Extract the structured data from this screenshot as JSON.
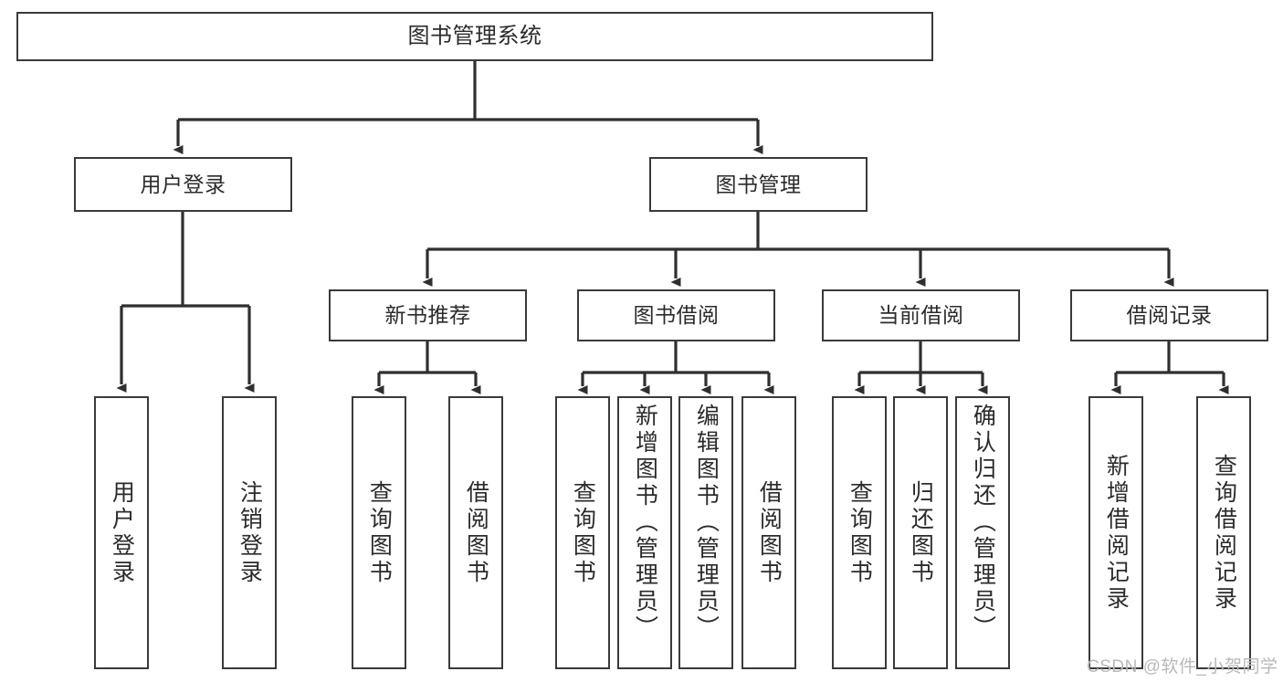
{
  "diagram": {
    "title": "图书管理系统",
    "type": "tree",
    "background": "#ffffff",
    "line_color": "#3a3a3a",
    "box_border_color": "#3a3a3a",
    "text_color": "#2b2b2b"
  },
  "root": {
    "label": "图书管理系统"
  },
  "level2": [
    {
      "label": "用户登录"
    },
    {
      "label": "图书管理"
    }
  ],
  "level3": [
    {
      "label": "新书推荐"
    },
    {
      "label": "图书借阅"
    },
    {
      "label": "当前借阅"
    },
    {
      "label": "借阅记录"
    }
  ],
  "leaves": {
    "user_login": [
      {
        "label": "用户登录"
      },
      {
        "label": "注销登录"
      }
    ],
    "new_book_recommend": [
      {
        "label": "查询图书"
      },
      {
        "label": "借阅图书"
      }
    ],
    "book_borrow": [
      {
        "label": "查询图书"
      },
      {
        "label": "新增图书（管理员）"
      },
      {
        "label": "编辑图书（管理员）"
      },
      {
        "label": "借阅图书"
      }
    ],
    "current_borrow": [
      {
        "label": "查询图书"
      },
      {
        "label": "归还图书"
      },
      {
        "label": "确认归还（管理员）"
      }
    ],
    "borrow_record": [
      {
        "label": "新增借阅记录"
      },
      {
        "label": "查询借阅记录"
      }
    ]
  },
  "watermark": {
    "text": "CSDN @软件_小贺同学"
  }
}
